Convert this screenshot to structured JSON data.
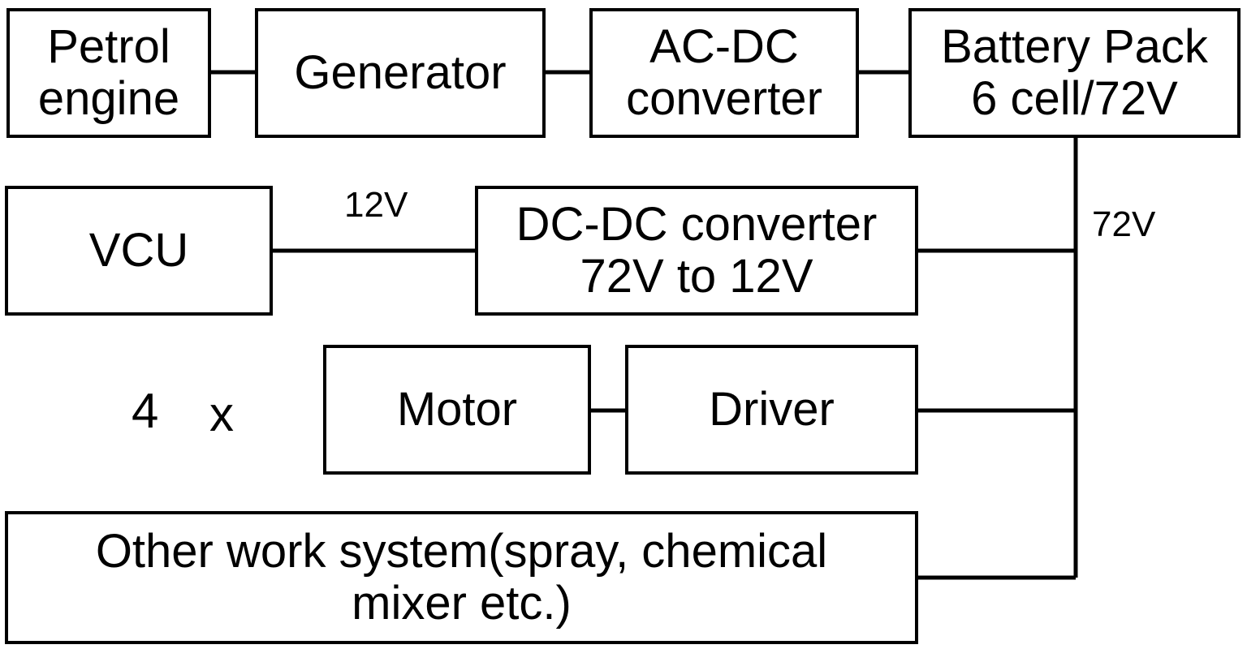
{
  "blocks": {
    "petrol_engine": "Petrol\nengine",
    "generator": "Generator",
    "acdc_converter": "AC-DC\nconverter",
    "battery_pack": "Battery Pack\n6 cell/72V",
    "vcu": "VCU",
    "dcdc_converter": "DC-DC converter\n72V to 12V",
    "motor": "Motor",
    "driver": "Driver",
    "other_work_system": "Other work system(spray, chemical\nmixer etc.)"
  },
  "labels": {
    "low_voltage": "12V",
    "bus_voltage": "72V",
    "count": "4",
    "multiplier": "x"
  }
}
